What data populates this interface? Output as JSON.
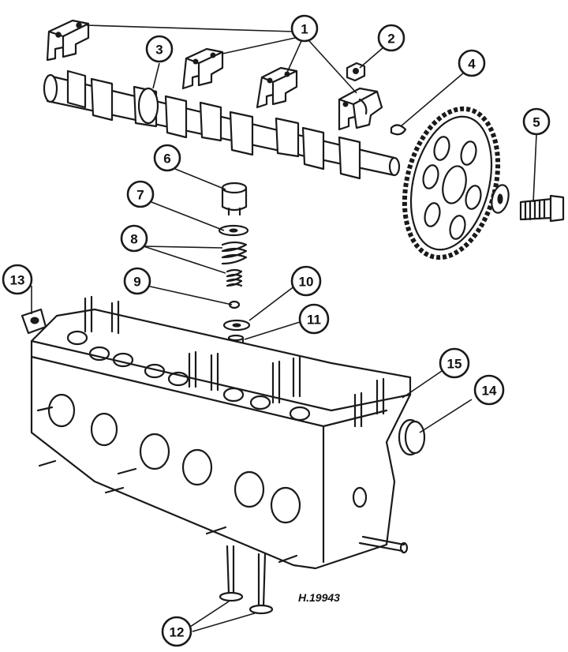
{
  "diagram": {
    "reference_code": "H.19943",
    "callouts": [
      {
        "label": "1"
      },
      {
        "label": "2"
      },
      {
        "label": "3"
      },
      {
        "label": "4"
      },
      {
        "label": "5"
      },
      {
        "label": "6"
      },
      {
        "label": "7"
      },
      {
        "label": "8"
      },
      {
        "label": "9"
      },
      {
        "label": "10"
      },
      {
        "label": "11"
      },
      {
        "label": "12"
      },
      {
        "label": "13"
      },
      {
        "label": "14"
      },
      {
        "label": "15"
      }
    ]
  },
  "colors": {
    "ink": "#1a1a1a",
    "paper": "#ffffff"
  }
}
